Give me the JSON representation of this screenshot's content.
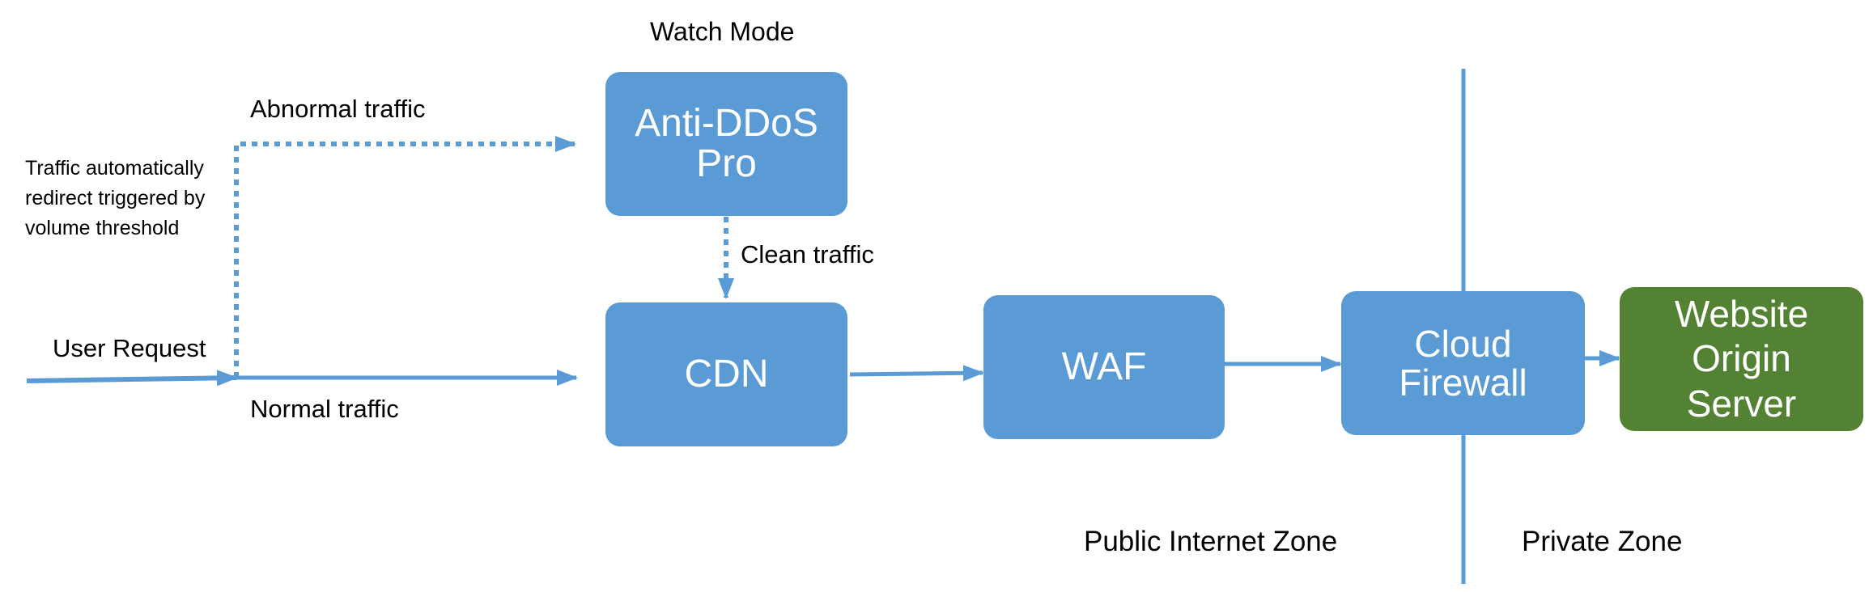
{
  "title": "Watch Mode",
  "nodes": {
    "anti_ddos": {
      "lines": [
        "Anti-DDoS",
        "Pro"
      ]
    },
    "cdn": {
      "lines": [
        "CDN"
      ]
    },
    "waf": {
      "lines": [
        "WAF"
      ]
    },
    "cloud_firewall": {
      "lines": [
        "Cloud",
        "Firewall"
      ]
    },
    "origin": {
      "lines": [
        "Website",
        "Origin",
        "Server"
      ]
    }
  },
  "labels": {
    "abnormal_traffic": "Abnormal traffic",
    "redirect_note": [
      "Traffic automatically",
      "redirect triggered by",
      "volume threshold"
    ],
    "clean_traffic": "Clean traffic",
    "user_request": "User Request",
    "normal_traffic": "Normal traffic"
  },
  "zones": {
    "public": "Public Internet Zone",
    "private": "Private Zone"
  },
  "colors": {
    "node": "#5b9bd5",
    "origin": "#548235",
    "arrow": "#5b9bd5"
  }
}
